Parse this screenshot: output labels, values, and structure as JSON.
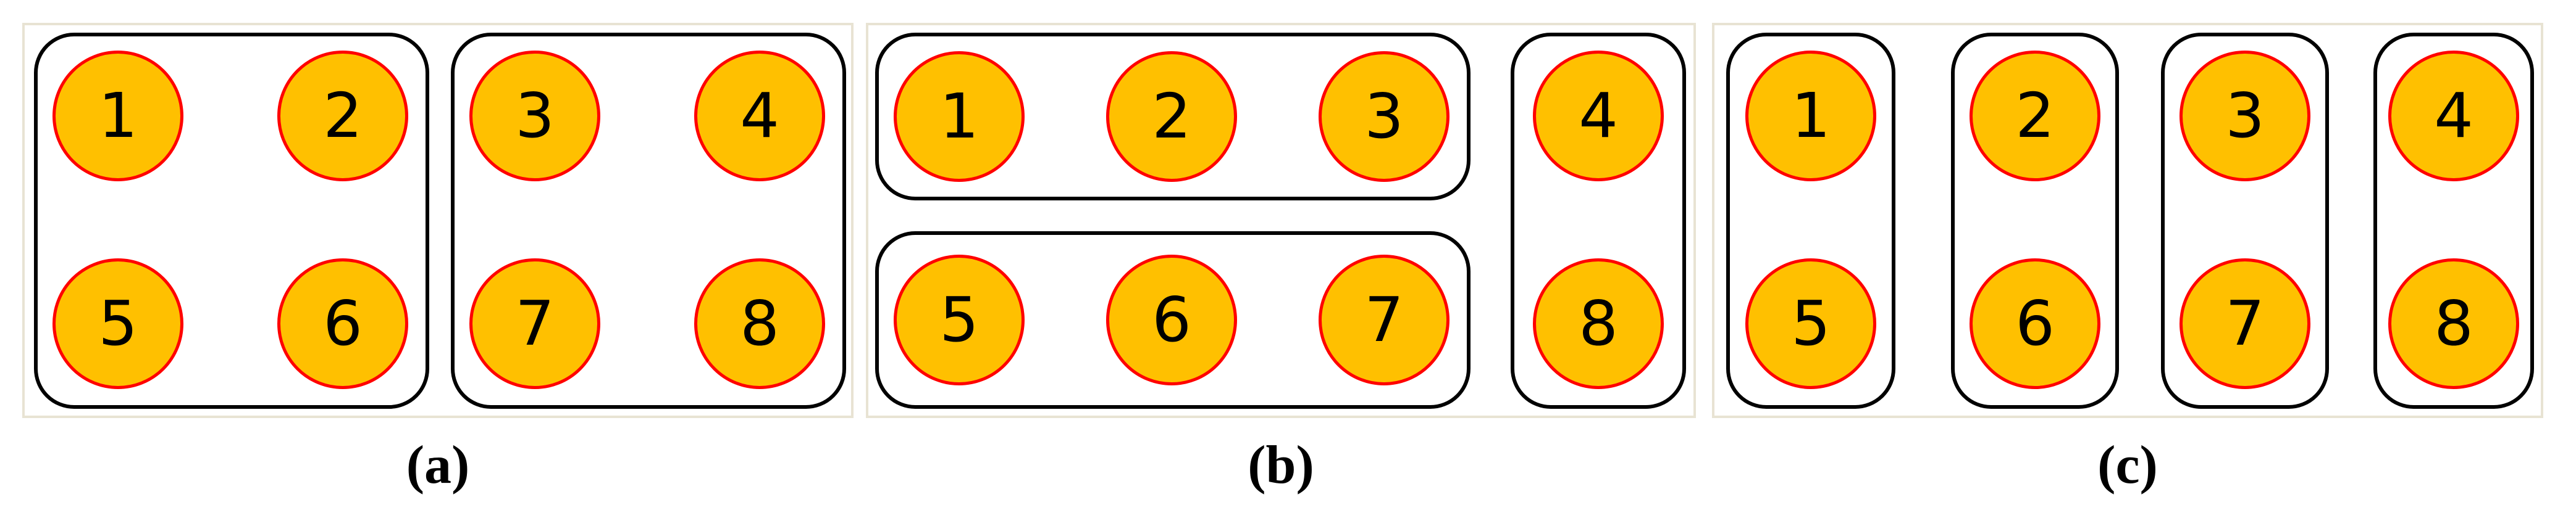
{
  "figure": {
    "panels": {
      "a": {
        "label": "(a)",
        "groups": [
          {
            "items": [
              "1",
              "2",
              "5",
              "6"
            ]
          },
          {
            "items": [
              "3",
              "4",
              "7",
              "8"
            ]
          }
        ]
      },
      "b": {
        "label": "(b)",
        "groups": [
          {
            "items": [
              "1",
              "2",
              "3"
            ]
          },
          {
            "items": [
              "5",
              "6",
              "7"
            ]
          },
          {
            "items": [
              "4",
              "8"
            ]
          }
        ]
      },
      "c": {
        "label": "(c)",
        "groups": [
          {
            "items": [
              "1",
              "5"
            ]
          },
          {
            "items": [
              "2",
              "6"
            ]
          },
          {
            "items": [
              "3",
              "7"
            ]
          },
          {
            "items": [
              "4",
              "8"
            ]
          }
        ]
      }
    },
    "colors": {
      "node_fill": "#FFC000",
      "node_border": "#FF0000",
      "group_border": "#000000",
      "frame_border": "#E8E3D3",
      "background": "#FFFFFF",
      "number_color": "#000000",
      "label_color": "#000000"
    }
  }
}
